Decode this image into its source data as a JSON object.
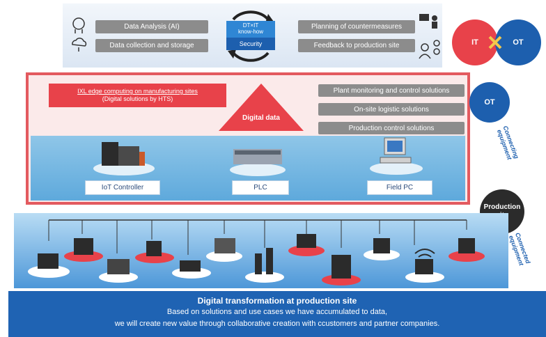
{
  "it_section": {
    "left_pills": [
      "Data Analysis (AI)",
      "Data collection and storage"
    ],
    "right_pills": [
      "Planning of countermeasures",
      "Feedback to production site"
    ],
    "center_top": "DT×IT\nknow-how",
    "center_bottom": "Security"
  },
  "circles": {
    "it": "IT",
    "ot": "OT",
    "ot2": "OT",
    "production": "Production\nsite"
  },
  "edge": {
    "title_line1": "IXL edge computing on manufacturing sites",
    "title_line2": "(Digital solutions by HTS)",
    "digital_data": "Digital data",
    "solutions": [
      "Plant monitoring and control solutions",
      "On-site logistic solutions",
      "Production control solutions"
    ],
    "devices": [
      "IoT Controller",
      "PLC",
      "Field PC"
    ]
  },
  "side_labels": {
    "connecting": "Connecting\nequipment",
    "connected": "Connected\nequipment"
  },
  "banner": {
    "heading": "Digital transformation at production site",
    "line1": "Based on solutions and use cases we have accumulated to data,",
    "line2": "we will create new value through collaborative creation with ccustomers and partner companies."
  },
  "colors": {
    "red": "#e8424a",
    "blue": "#1d5fae",
    "gray": "#8c8c8c",
    "dark": "#2b2b2b"
  }
}
